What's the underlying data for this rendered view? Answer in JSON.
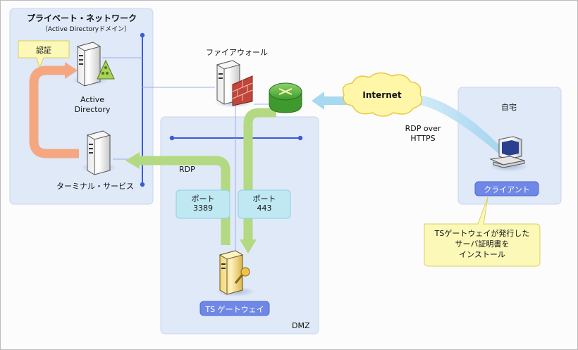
{
  "private_network": {
    "title": "プライベート・ネットワーク",
    "subtitle": "（Active Directoryドメイン）",
    "auth_callout": "認証",
    "ad_label_line1": "Active",
    "ad_label_line2": "Directory",
    "ts_label": "ターミナル・サービス",
    "rdp_label": "RDP"
  },
  "firewall": {
    "label": "ファイアウォール"
  },
  "dmz": {
    "label": "DMZ",
    "port_a_line1": "ポート",
    "port_a_line2": "3389",
    "port_b_line1": "ポート",
    "port_b_line2": "443",
    "gateway_label": "TS ゲートウェイ"
  },
  "internet": {
    "label": "Internet",
    "protocol_line1": "RDP over",
    "protocol_line2": "HTTPS"
  },
  "home": {
    "label": "自宅",
    "client_label": "クライアント",
    "note_line1": "TSゲートウェイが発行した",
    "note_line2": "サーバ証明書を",
    "note_line3": "インストール"
  },
  "colors": {
    "zone_fill": "#dfe9f8",
    "network_line": "#3b5bd8",
    "green_path": "#b3d982",
    "orange_path": "#f4a781",
    "callout_fill": "#fbf8b8",
    "label_pill": "#6f88e6",
    "port_box": "#bfe8f2"
  }
}
